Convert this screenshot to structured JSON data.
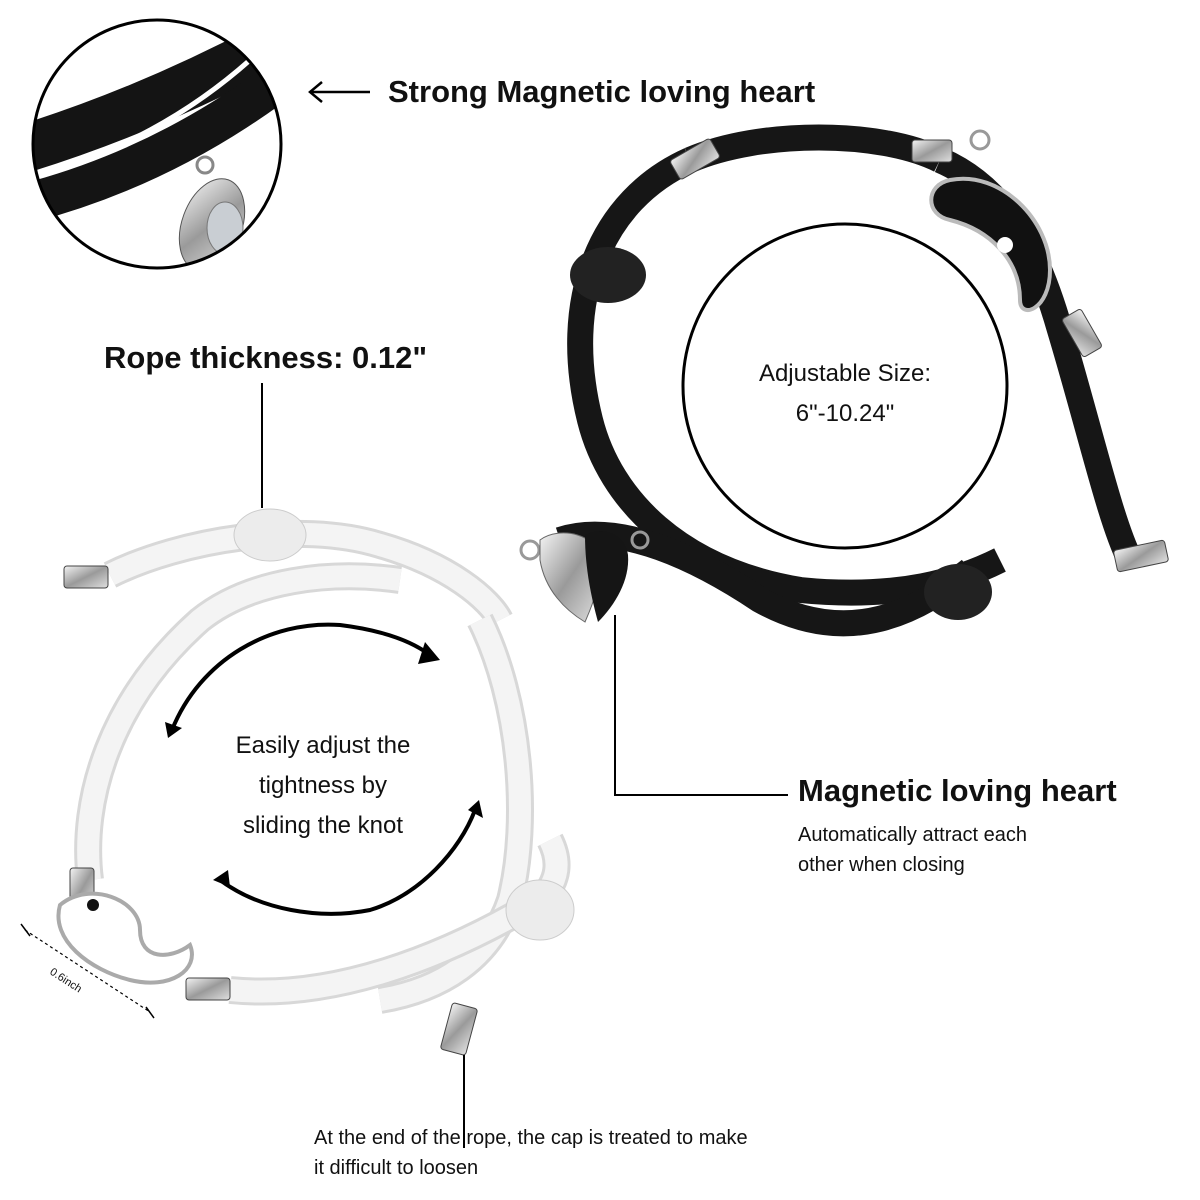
{
  "callouts": {
    "strong_magnet": "Strong Magnetic loving heart",
    "rope_thickness": "Rope thickness: 0.12\"",
    "adjustable_size": {
      "line1": "Adjustable Size:",
      "line2": "6\"-10.24\""
    },
    "adjust_knot": {
      "line1": "Easily adjust the",
      "line2": "tightness by",
      "line3": "sliding the knot"
    },
    "magnetic_heart": {
      "title": "Magnetic loving heart",
      "desc1": "Automatically attract each",
      "desc2": "other when closing"
    },
    "cap": {
      "line1": "At the end of the rope, the cap is treated to make",
      "line2": "it difficult to loosen"
    },
    "dimension": "0.6inch"
  },
  "colors": {
    "background": "#ffffff",
    "text": "#111111",
    "black_rope": "#161616",
    "white_rope": "#f2f2f2",
    "metal": "#b8b8b8"
  }
}
